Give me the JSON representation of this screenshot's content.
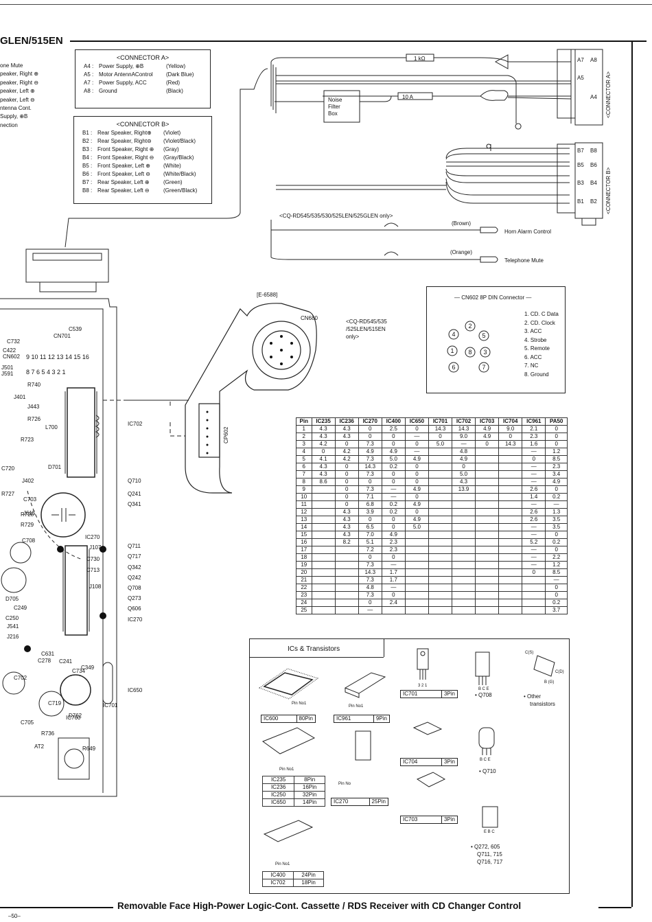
{
  "header": {
    "model": "GLEN/515EN"
  },
  "left_labels": [
    "one Mute",
    "peaker, Right ⊕",
    "peaker, Right ⊖",
    "peaker, Left ⊕",
    "peaker, Left ⊖",
    "ntenna Cont.",
    "Supply, ⊕B",
    "nection"
  ],
  "connector_a": {
    "title": "<CONNECTOR A>",
    "rows": [
      {
        "pin": "A4 :",
        "desc": "Power Supply, ⊕B",
        "color": "(Yellow)"
      },
      {
        "pin": "A5 :",
        "desc": "Motor AntennAControl",
        "color": "(Dark Blue)"
      },
      {
        "pin": "A7 :",
        "desc": "Power Supply, ACC",
        "color": "(Red)"
      },
      {
        "pin": "A8 :",
        "desc": "Ground",
        "color": "(Black)"
      }
    ]
  },
  "connector_b": {
    "title": "<CONNECTOR B>",
    "rows": [
      {
        "pin": "B1 :",
        "desc": "Rear Speaker, Right⊕",
        "color": "(Violet)"
      },
      {
        "pin": "B2 :",
        "desc": "Rear Speaker, Right⊖",
        "color": "(Violet/Black)"
      },
      {
        "pin": "B3 :",
        "desc": "Front Speaker, Right ⊕",
        "color": "(Gray)"
      },
      {
        "pin": "B4 :",
        "desc": "Front Speaker, Right ⊖",
        "color": "(Gray/Black)"
      },
      {
        "pin": "B5 :",
        "desc": "Front Speaker, Left ⊕",
        "color": "(White)"
      },
      {
        "pin": "B6 :",
        "desc": "Front Speaker, Left ⊖",
        "color": "(White/Black)"
      },
      {
        "pin": "B7 :",
        "desc": "Rear Speaker, Left ⊕",
        "color": "(Green)"
      },
      {
        "pin": "B8 :",
        "desc": "Rear Speaker, Left ⊖",
        "color": "(Green/Black)"
      }
    ]
  },
  "wiring": {
    "resistor": "1 kΩ",
    "fuse": "10 A",
    "noise_filter": [
      "Noise",
      "Filter",
      "Box"
    ],
    "connector_a_label": "<CONNECTOR A>",
    "connector_b_label": "<CONNECTOR B>",
    "a_pins": [
      "A7",
      "A8",
      "A5",
      "A4"
    ],
    "b_pins": [
      "B7",
      "B8",
      "B5",
      "B6",
      "B3",
      "B4",
      "B1",
      "B2"
    ],
    "note": "<CQ-RD545/535/530/525LEN/525GLEN only>",
    "brown": "(Brown)",
    "horn": "Horn Alarm Control",
    "orange": "(Orange)",
    "phone": "Telephone Mute"
  },
  "board": {
    "e6588": "[E-6588]",
    "cn680": "CN680",
    "cn680_note": [
      "<CQ-RD545/535",
      "/525LEN/515EN",
      "only>"
    ],
    "cp602": "CP602",
    "labels_right": [
      "IC702",
      "Q710",
      "Q241",
      "Q341",
      "Q711",
      "Q717",
      "Q342",
      "Q242",
      "Q708",
      "Q273",
      "Q606",
      "IC270",
      "IC650"
    ],
    "labels_left": [
      "C732",
      "CN701",
      "C539",
      "C422",
      "CN602",
      "J501",
      "J591",
      "R740",
      "J401",
      "J443",
      "R726",
      "R723",
      "L700",
      "C720",
      "D701",
      "J402",
      "R727",
      "C703",
      "J615",
      "R728",
      "R729",
      "C708",
      "IC270",
      "J107",
      "C730",
      "J108",
      "C713",
      "D705",
      "C249",
      "C250",
      "J541",
      "J216",
      "C631",
      "C278",
      "C241",
      "C702",
      "C349",
      "C734",
      "C719",
      "IC760",
      "D762",
      "R736",
      "AT2",
      "R649",
      "C705",
      "IC701"
    ],
    "pin_top": "9 10 11 12 13 14 15 16",
    "pin_bot": "8 7 6 5 4 3 2 1"
  },
  "din": {
    "title": "— CN602 8P DIN Connector —",
    "pins": [
      "1. CD. C Data",
      "2. CD. Clock",
      "3. ACC",
      "4. Strobe",
      "5. Remote",
      "6. ACC",
      "7. NC",
      "8. Ground"
    ]
  },
  "volt_table": {
    "headers": [
      "Pin",
      "IC235",
      "IC236",
      "IC270",
      "IC400",
      "IC650",
      "IC701",
      "IC702",
      "IC703",
      "IC704",
      "IC961",
      "PA50"
    ],
    "rows": [
      [
        "1",
        "4.3",
        "4.3",
        "0",
        "2.5",
        "0",
        "14.3",
        "14.3",
        "4.9",
        "9.0",
        "2.1",
        "0"
      ],
      [
        "2",
        "4.3",
        "4.3",
        "0",
        "0",
        "—",
        "0",
        "9.0",
        "4.9",
        "0",
        "2.3",
        "0"
      ],
      [
        "3",
        "4.2",
        "0",
        "7.3",
        "0",
        "0",
        "5.0",
        "—",
        "0",
        "14.3",
        "1.6",
        "0"
      ],
      [
        "4",
        "0",
        "4.2",
        "4.9",
        "4.9",
        "—",
        "",
        "4.8",
        "",
        "",
        "—",
        "1.2"
      ],
      [
        "5",
        "4.1",
        "4.2",
        "7.3",
        "5.0",
        "4.9",
        "",
        "4.9",
        "",
        "",
        "0",
        "8.5"
      ],
      [
        "6",
        "4.3",
        "0",
        "14.3",
        "0.2",
        "0",
        "",
        "0",
        "",
        "",
        "—",
        "2.3"
      ],
      [
        "7",
        "4.3",
        "0",
        "7.3",
        "0",
        "0",
        "",
        "5.0",
        "",
        "",
        "—",
        "3.4"
      ],
      [
        "8",
        "8.6",
        "0",
        "0",
        "0",
        "0",
        "",
        "4.3",
        "",
        "",
        "—",
        "4.9"
      ],
      [
        "9",
        "",
        "0",
        "7.3",
        "—",
        "4.9",
        "",
        "13.9",
        "",
        "",
        "2.6",
        "0"
      ],
      [
        "10",
        "",
        "0",
        "7.1",
        "—",
        "0",
        "",
        "",
        "",
        "",
        "1.4",
        "0.2"
      ],
      [
        "11",
        "",
        "0",
        "6.8",
        "0.2",
        "4.9",
        "",
        "",
        "",
        "",
        "—",
        "—"
      ],
      [
        "12",
        "",
        "4.3",
        "3.9",
        "0.2",
        "0",
        "",
        "",
        "",
        "",
        "2.6",
        "1.3"
      ],
      [
        "13",
        "",
        "4.3",
        "0",
        "0",
        "4.9",
        "",
        "",
        "",
        "",
        "2.6",
        "3.5"
      ],
      [
        "14",
        "",
        "4.3",
        "6.5",
        "0",
        "5.0",
        "",
        "",
        "",
        "",
        "—",
        "3.5"
      ],
      [
        "15",
        "",
        "4.3",
        "7.0",
        "4.9",
        "",
        "",
        "",
        "",
        "",
        "—",
        "0"
      ],
      [
        "16",
        "",
        "8.2",
        "5.1",
        "2.3",
        "",
        "",
        "",
        "",
        "",
        "5.2",
        "0.2"
      ],
      [
        "17",
        "",
        "",
        "7.2",
        "2.3",
        "",
        "",
        "",
        "",
        "",
        "—",
        "0"
      ],
      [
        "18",
        "",
        "",
        "0",
        "0",
        "",
        "",
        "",
        "",
        "",
        "—",
        "2.2"
      ],
      [
        "19",
        "",
        "",
        "7.3",
        "—",
        "",
        "",
        "",
        "",
        "",
        "—",
        "1.2"
      ],
      [
        "20",
        "",
        "",
        "14.3",
        "1.7",
        "",
        "",
        "",
        "",
        "",
        "0",
        "8.5"
      ],
      [
        "21",
        "",
        "",
        "7.3",
        "1.7",
        "",
        "",
        "",
        "",
        "",
        "",
        "—"
      ],
      [
        "22",
        "",
        "",
        "4.8",
        "—",
        "",
        "",
        "",
        "",
        "",
        "",
        "0"
      ],
      [
        "23",
        "",
        "",
        "7.3",
        "0",
        "",
        "",
        "",
        "",
        "",
        "",
        "0"
      ],
      [
        "24",
        "",
        "",
        "0",
        "2.4",
        "",
        "",
        "",
        "",
        "",
        "",
        "0.2"
      ],
      [
        "25",
        "",
        "",
        "—",
        "",
        "",
        "",
        "",
        "",
        "",
        "",
        "3.7"
      ]
    ]
  },
  "ics": {
    "title": "ICs & Transistors",
    "pin_no1": "Pin No1",
    "ic600": {
      "name": "IC600",
      "pins": "80Pin"
    },
    "ic961": {
      "name": "IC961",
      "pins": "9Pin"
    },
    "ic701": {
      "name": "IC701",
      "pins": "3Pin"
    },
    "ic704": {
      "name": "IC704",
      "pins": "3Pin"
    },
    "ic703": {
      "name": "IC703",
      "pins": "3Pin"
    },
    "ic270": {
      "name": "IC270",
      "pins": "25Pin"
    },
    "group1": [
      [
        "IC235",
        "8Pin"
      ],
      [
        "IC236",
        "16Pin"
      ],
      [
        "IC250",
        "32Pin"
      ],
      [
        "IC650",
        "14Pin"
      ]
    ],
    "group2": [
      [
        "IC400",
        "24Pin"
      ],
      [
        "IC702",
        "18Pin"
      ]
    ],
    "q708": "• Q708",
    "q710": "• Q710",
    "other": [
      "• Other",
      "transistors"
    ],
    "q_list": [
      "• Q272, 605",
      "Q711, 715",
      "Q716, 717"
    ],
    "pin_no": "Pin No",
    "pin321": "3 2 1",
    "bce": "B C E",
    "ebc": "E B C",
    "cs": "C(S)",
    "cd": "C(D)",
    "bg": "B (G)"
  },
  "footer": {
    "title": "Removable Face High-Power Logic-Cont. Cassette / RDS Receiver with CD Changer Control",
    "page": "–50–"
  }
}
